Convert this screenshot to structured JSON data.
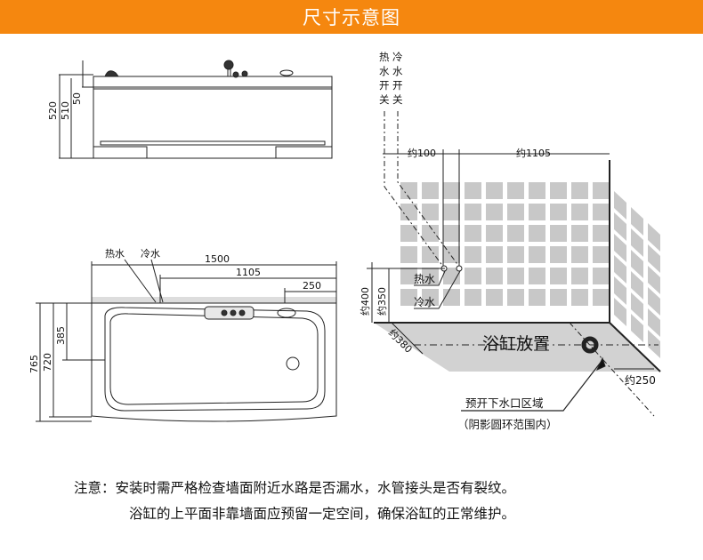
{
  "header": {
    "title": "尺寸示意图"
  },
  "side_view": {
    "dims": [
      "520",
      "510",
      "50"
    ]
  },
  "top_view": {
    "hot_label": "热水",
    "cold_label": "冷水",
    "dims": {
      "length": "1500",
      "pipe_span": "1105",
      "right_offset": "250",
      "width": "765",
      "inner_width": "720",
      "half": "385"
    }
  },
  "install_view": {
    "hot_switch": [
      "热",
      "水",
      "开",
      "关"
    ],
    "cold_switch": [
      "冷",
      "水",
      "开",
      "关"
    ],
    "dim_100": "约100",
    "dim_1105": "约1105",
    "dim_400": "约400",
    "dim_350": "约350",
    "dim_380": "约380",
    "dim_250": "约250",
    "hot_label": "热水",
    "cold_label": "冷水",
    "placement": "浴缸放置",
    "drain_label": "预开下水口区域",
    "drain_note": "（阴影圆环范围内）"
  },
  "notes": {
    "line1": "注意：安装时需严格检查墙面附近水路是否漏水，水管接头是否有裂纹。",
    "line2": "浴缸的上平面非靠墙面应预留一定空间，确保浴缸的正常维护。"
  },
  "colors": {
    "header": "#f5870f",
    "tile": "#c8c8c8",
    "floor": "#d2d2d2"
  }
}
